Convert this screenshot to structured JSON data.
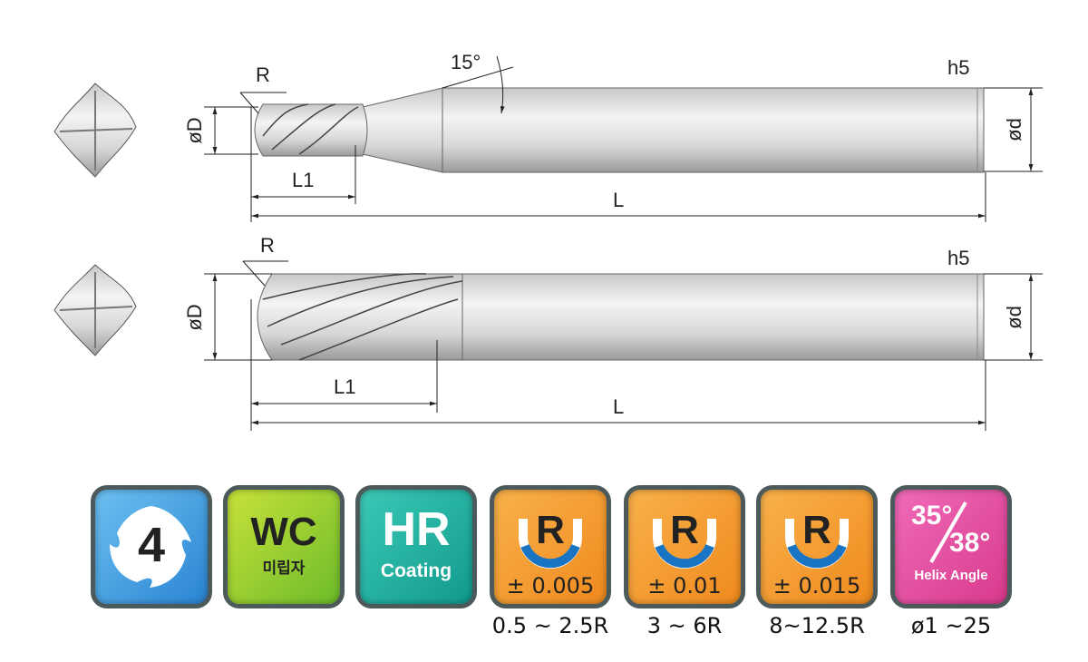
{
  "drawing": {
    "top_tool": {
      "radius_label": "R",
      "angle_label": "15°",
      "tolerance_label": "h5",
      "diameter_label": "øD",
      "shank_label": "ød",
      "flute_length_label": "L1",
      "overall_length_label": "L"
    },
    "bottom_tool": {
      "radius_label": "R",
      "tolerance_label": "h5",
      "diameter_label": "øD",
      "shank_label": "ød",
      "flute_length_label": "L1",
      "overall_length_label": "L"
    }
  },
  "icons": [
    {
      "name": "flutes",
      "value": "4",
      "color": "#2f8fd8"
    },
    {
      "name": "material",
      "title": "WC",
      "subtitle": "미립자",
      "color": "#9ccc2a"
    },
    {
      "name": "coating",
      "title": "HR",
      "subtitle": "Coating",
      "color": "#1bb3a3"
    },
    {
      "name": "radius-tolerance-1",
      "letter": "R",
      "tolerance": "± 0.005",
      "range": "0.5 ~ 2.5R",
      "color": "#f39a2b"
    },
    {
      "name": "radius-tolerance-2",
      "letter": "R",
      "tolerance": "± 0.01",
      "range": "3 ~ 6R",
      "color": "#f39a2b"
    },
    {
      "name": "radius-tolerance-3",
      "letter": "R",
      "tolerance": "± 0.015",
      "range": "8~12.5R",
      "color": "#f39a2b"
    },
    {
      "name": "helix-angle",
      "angle1": "35°",
      "angle2": "38°",
      "subtitle": "Helix Angle",
      "range": "ø1 ~25",
      "color": "#e0449a"
    }
  ]
}
